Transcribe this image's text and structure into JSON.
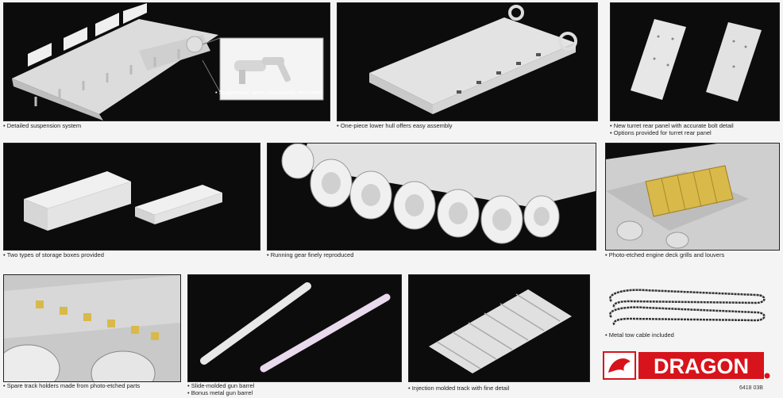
{
  "captions": {
    "p1": "Detailed suspension system",
    "p1_inset": "Suspension arms realistically recreated",
    "p2": "One-piece lower hull offers easy assembly",
    "p3a": "New turret rear panel with accurate bolt detail",
    "p3b": "Options provided for turret rear panel",
    "p4": "Two types of storage boxes provided",
    "p5": "Running gear finely reproduced",
    "p6": "Photo-etched engine deck grills and louvers",
    "p7": "Spare track holders made from photo-etched parts",
    "p8a": "Slide-molded gun barrel",
    "p8b": "Bonus metal gun barrel",
    "p9": "Injection molded track with fine detail",
    "p10": "Metal tow cable included"
  },
  "brand": {
    "name": "DRAGON",
    "code": "6418 03B"
  },
  "colors": {
    "panel_bg": "#0c0c0c",
    "plastic": "#e6e6e6",
    "brand_red": "#d7141b",
    "etch": "#d9b94a"
  }
}
